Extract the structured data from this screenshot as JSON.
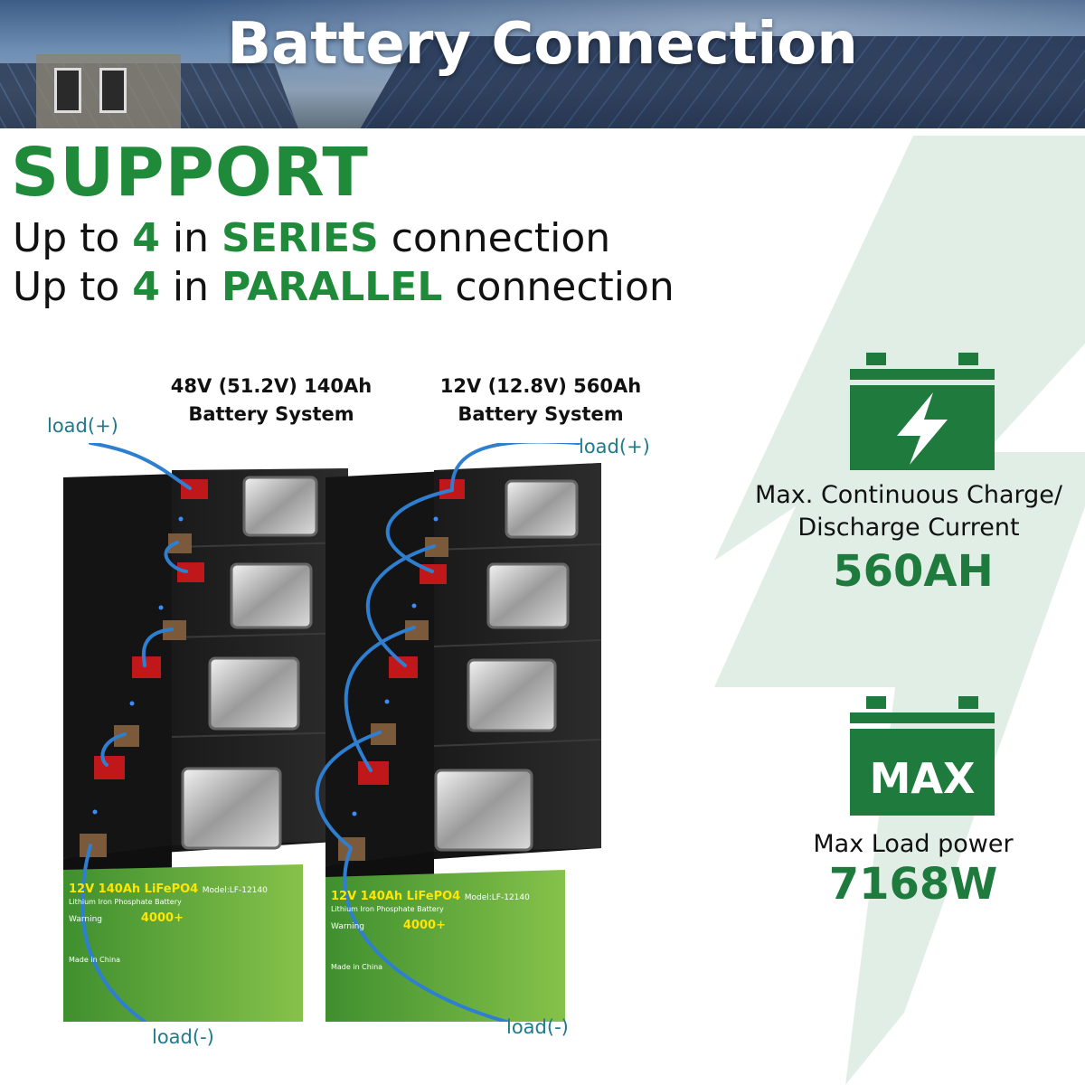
{
  "header": {
    "title": "Battery Connection"
  },
  "support": {
    "heading": "SUPPORT",
    "line1": {
      "pre": "Up to ",
      "count": "4",
      "mid": " in ",
      "mode": "SERIES",
      "post": " connection"
    },
    "line2": {
      "pre": "Up to ",
      "count": "4",
      "mid": " in ",
      "mode": "PARALLEL",
      "post": " connection"
    }
  },
  "systems": [
    {
      "title": "48V (51.2V) 140Ah",
      "subtitle": "Battery System"
    },
    {
      "title": "12V (12.8V) 560Ah",
      "subtitle": "Battery System"
    }
  ],
  "loads": {
    "series_pos": "load(+)",
    "parallel_pos": "load(+)",
    "series_neg": "load(-)",
    "parallel_neg": "load(-)"
  },
  "battery_label": {
    "title": "12V 140Ah LiFePO4",
    "model": "Model:LF-12140",
    "subtitle": "Lithium Iron Phosphate Battery",
    "cycles": "4000+",
    "warning": "Warning",
    "made_in": "Made in China"
  },
  "specs": {
    "current_label": "Max. Continuous Charge/ Discharge Current",
    "current_line1": "Max. Continuous Charge/",
    "current_line2": "Discharge Current",
    "current_value": "560AH",
    "load_label": "Max Load power",
    "load_value": "7168W",
    "max_icon_text": "MAX"
  },
  "colors": {
    "brand_green": "#1e8a3a",
    "value_green": "#1e7a3d",
    "cable_blue": "#2f7fd0",
    "label_green": "#4da640"
  },
  "icons": [
    "battery-lightning-icon",
    "battery-max-icon",
    "lightning-watermark-icon"
  ]
}
